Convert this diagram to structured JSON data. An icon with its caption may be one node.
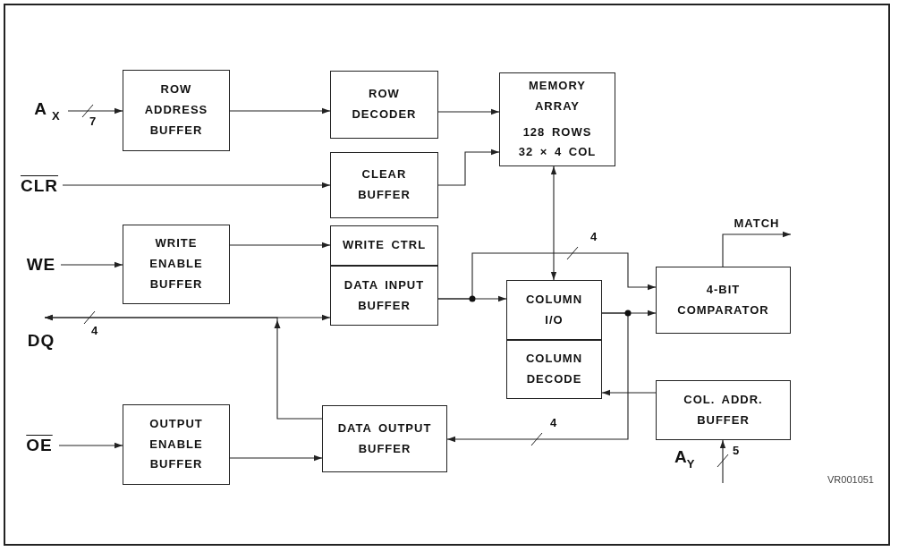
{
  "diagram": {
    "nodes": [
      {
        "text": [
          "A$_{X}$"
        ]
      },
      {
        "text": [
          "ROW ADDRESS BUFFER"
        ]
      },
      {
        "text": [
          "ROW DECODER"
        ]
      },
      {
        "text": [
          "MEMORY ARRAY",
          "128 ROWS 32 × 4 COL"
        ]
      },
      {
        "text": [
          "CLR"
        ]
      },
      {
        "text": [
          "CLEAR BUFFER"
        ]
      },
      {
        "text": [
          "WE"
        ]
      },
      {
        "text": [
          "WRITE ENABLE BUFFER"
        ]
      },
      {
        "text": [
          "WRITE CTRL"
        ]
      },
      {
        "text": [
          "DATA INPUT BUFFER"
        ]
      },
      {
        "text": [
          "DQ"
        ]
      },
      {
        "text": [
          "COLUMN I/O"
        ]
      },
      {
        "text": [
          "4-BIT COMPARATOR"
        ]
      },
      {
        "text": [
          "COLUMN DECODE"
        ]
      },
      {
        "text": [
          "COL. ADDR. BUFFER"
        ]
      },
      {
        "text": [
          "OE"
        ]
      },
      {
        "text": [
          "OUTPUT ENABLE BUFFER"
        ]
      },
      {
        "text": [
          "DATA OUTPUT BUFFER"
        ]
      }
    ],
    "edges": [
      {
        "from": 0,
        "to": 1,
        "arrow": "to",
        "label": "7"
      },
      {
        "from": 1,
        "to": 2,
        "arrow": "to"
      },
      {
        "from": 2,
        "to": 3,
        "arrow": "to"
      },
      {
        "from": 4,
        "to": 5,
        "arrow": "to"
      },
      {
        "from": 5,
        "to": 3,
        "arrow": "to"
      },
      {
        "from": 6,
        "to": 7,
        "arrow": "to"
      },
      {
        "from": 7,
        "to": 8,
        "arrow": "to"
      },
      {
        "from": 3,
        "to": 11,
        "arrow": "both"
      },
      {
        "from": 9,
        "to": 11,
        "arrow": "to"
      },
      {
        "from": 9,
        "to": 12,
        "arrow": "to",
        "label": "4"
      },
      {
        "from": 11,
        "to": 12,
        "arrow": "to"
      },
      {
        "from": 11,
        "to": 17,
        "arrow": "to",
        "label": "4"
      },
      {
        "from": 12,
        "to": null,
        "arrow": "to",
        "label": "MATCH"
      },
      {
        "from": 10,
        "to": 9,
        "arrow": "both",
        "label": "4"
      },
      {
        "from": 17,
        "to": 10,
        "arrow": "to"
      },
      {
        "from": 14,
        "to": 13,
        "arrow": "to"
      },
      {
        "from": 15,
        "to": 16,
        "arrow": "to"
      },
      {
        "from": 16,
        "to": 17,
        "arrow": "to"
      },
      {
        "from": null,
        "to": 14,
        "arrow": "to",
        "label": "5"
      }
    ],
    "labels": [
      "A$_{Y}$",
      "VR001051"
    ]
  }
}
